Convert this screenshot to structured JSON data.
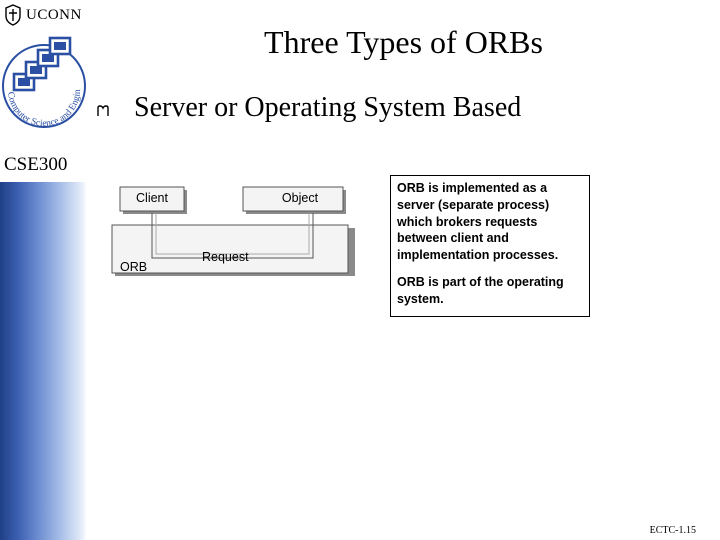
{
  "header": {
    "university": "UCONN",
    "course": "CSE300",
    "dept_logo_text": "Computer Science and Engineering"
  },
  "slide": {
    "title": "Three Types of ORBs",
    "bullet": "Server or Operating System Based",
    "bullet_marker": "m"
  },
  "diagram": {
    "client_label": "Client",
    "object_label": "Object",
    "orb_label": "ORB",
    "request_label": "Request"
  },
  "description": {
    "paragraphs": [
      "ORB is implemented as a server (separate process) which brokers requests between client and implementation processes.",
      "ORB is part of the operating system."
    ]
  },
  "footer": {
    "code": "ECTC-1.15"
  },
  "colors": {
    "stripe_dark": "#1f3f86",
    "stripe_light": "#dfe8f8",
    "logo_blue": "#2a4fa3"
  }
}
